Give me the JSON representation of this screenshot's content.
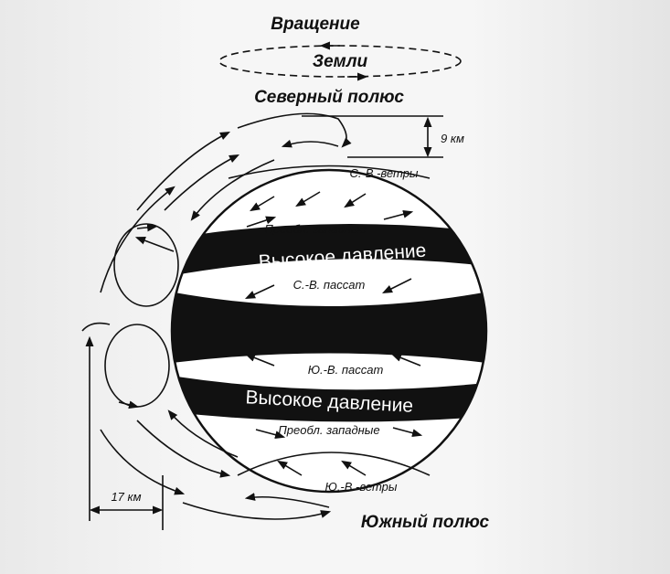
{
  "title_line1": "Вращение",
  "title_line2": "Земли",
  "north_pole": "Северный полюс",
  "south_pole": "Южный полюс",
  "height_north": "9 км",
  "height_equator": "17 км",
  "labels": {
    "ne_winds": "С.-В.-ветры",
    "westerlies_n": "Преобл. западные",
    "high_pressure_n": "Высокое давление",
    "ne_trade": "С.-В. пассат",
    "se_trade": "Ю.-В. пассат",
    "high_pressure_s": "Высокое давление",
    "westerlies_s": "Преобл. западные",
    "se_winds": "Ю.-В.-ветры"
  }
}
